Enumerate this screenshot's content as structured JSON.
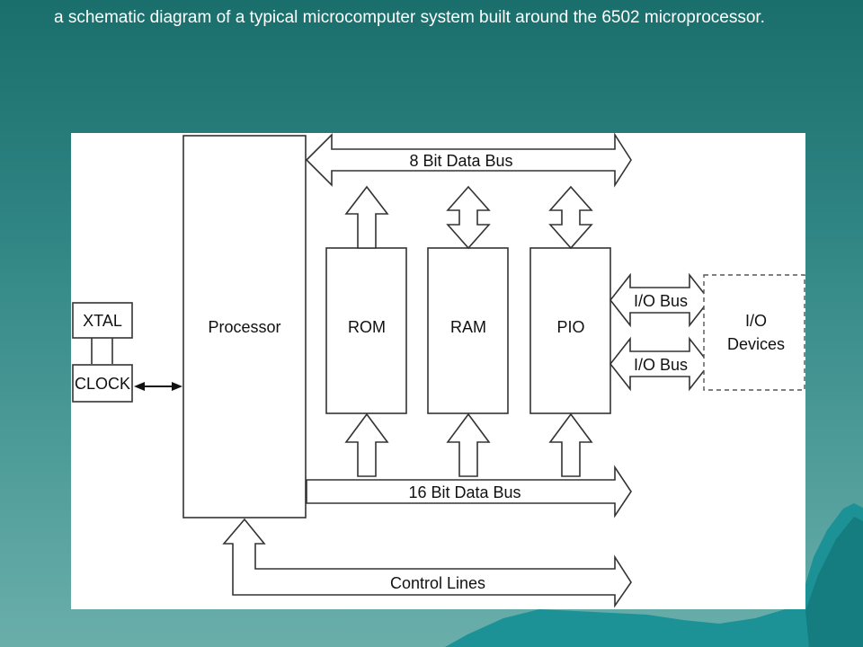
{
  "caption": "a schematic diagram of a typical microcomputer system built around the 6502 microprocessor.",
  "colors": {
    "background_top": "#1a6e6c",
    "background_bottom": "#6aaeaa",
    "mountain": "#1c9296",
    "panel": "#ffffff",
    "stroke": "#333333"
  },
  "diagram": {
    "processor": "Processor",
    "rom": "ROM",
    "ram": "RAM",
    "pio": "PIO",
    "xtal": "XTAL",
    "clock": "CLOCK",
    "data_bus_8": "8 Bit Data Bus",
    "data_bus_16": "16 Bit Data Bus",
    "control_lines": "Control Lines",
    "io_bus_1": "I/O Bus",
    "io_bus_2": "I/O Bus",
    "io_devices_line1": "I/O",
    "io_devices_line2": "Devices"
  }
}
